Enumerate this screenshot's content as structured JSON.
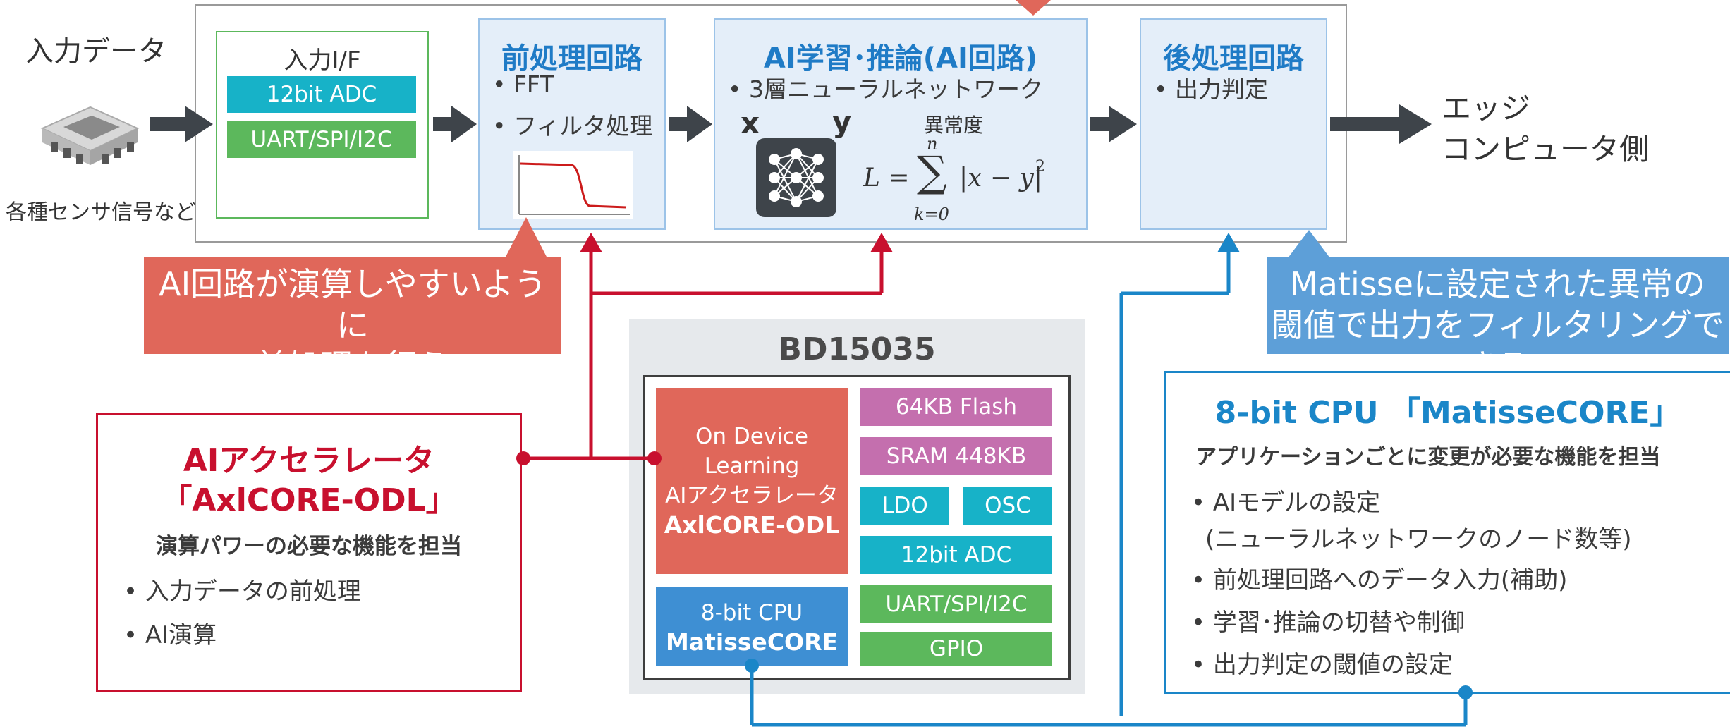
{
  "colors": {
    "red": "#c8102e",
    "callout_red": "#e0675a",
    "blue": "#1a86c8",
    "callout_blue": "#5d9fd8",
    "teal": "#17b2c8",
    "green": "#5cb85c",
    "purple": "#c46fae",
    "stage_fill": "#e4eef9",
    "gray_bg": "#e6e9ec"
  },
  "input": {
    "label": "入力データ",
    "sublabel": "各種センサ信号など",
    "icon": "sensor-chip-icon"
  },
  "input_if": {
    "title": "入力I/F",
    "items": [
      "12bit ADC",
      "UART/SPI/I2C"
    ]
  },
  "preprocess": {
    "title": "前処理回路",
    "bullets": [
      "• FFT",
      "• フィルタ処理"
    ],
    "icon": "filter-curve-icon"
  },
  "ai": {
    "title": "AI学習･推論(AI回路)",
    "bullets": [
      "• 3層ニューラルネットワーク"
    ],
    "x_label": "x",
    "y_label": "y",
    "anomaly_label": "異常度",
    "formula": {
      "lhs": "L =",
      "sum": "∑",
      "upper": "n",
      "lower": "k=0",
      "body": "|x − y|",
      "exp": "2"
    },
    "icon": "neural-network-icon"
  },
  "postprocess": {
    "title": "後処理回路",
    "bullets": [
      "• 出力判定"
    ]
  },
  "output": {
    "lines": [
      "エッジ",
      "コンピュータ側"
    ]
  },
  "callout_left": {
    "lines": [
      "AI回路が演算しやすいように",
      "前処理を行う"
    ]
  },
  "callout_right": {
    "lines": [
      "Matisseに設定された異常の",
      "閾値で出力をフィルタリングできる"
    ]
  },
  "chip": {
    "title": "BD15035",
    "accel": {
      "lines": [
        "On Device",
        "Learning",
        "AIアクセラレータ"
      ],
      "bold": "AxlCORE-ODL"
    },
    "cpu": {
      "line": "8-bit CPU",
      "bold": "MatisseCORE"
    },
    "blocks": {
      "flash": "64KB Flash",
      "sram": "SRAM 448KB",
      "ldo": "LDO",
      "osc": "OSC",
      "adc": "12bit ADC",
      "uart": "UART/SPI/I2C",
      "gpio": "GPIO"
    }
  },
  "accel_panel": {
    "title1": "AIアクセラレータ",
    "title2": "「AxlCORE-ODL」",
    "subtitle": "演算パワーの必要な機能を担当",
    "items": [
      "• 入力データの前処理",
      "• AI演算"
    ]
  },
  "cpu_panel": {
    "title": "8-bit CPU 「MatisseCORE」",
    "subtitle": "アプリケーションごとに変更が必要な機能を担当",
    "items": [
      "• AIモデルの設定",
      "(ニューラルネットワークのノード数等)",
      "• 前処理回路へのデータ入力(補助)",
      "• 学習･推論の切替や制御",
      "• 出力判定の閾値の設定"
    ]
  }
}
